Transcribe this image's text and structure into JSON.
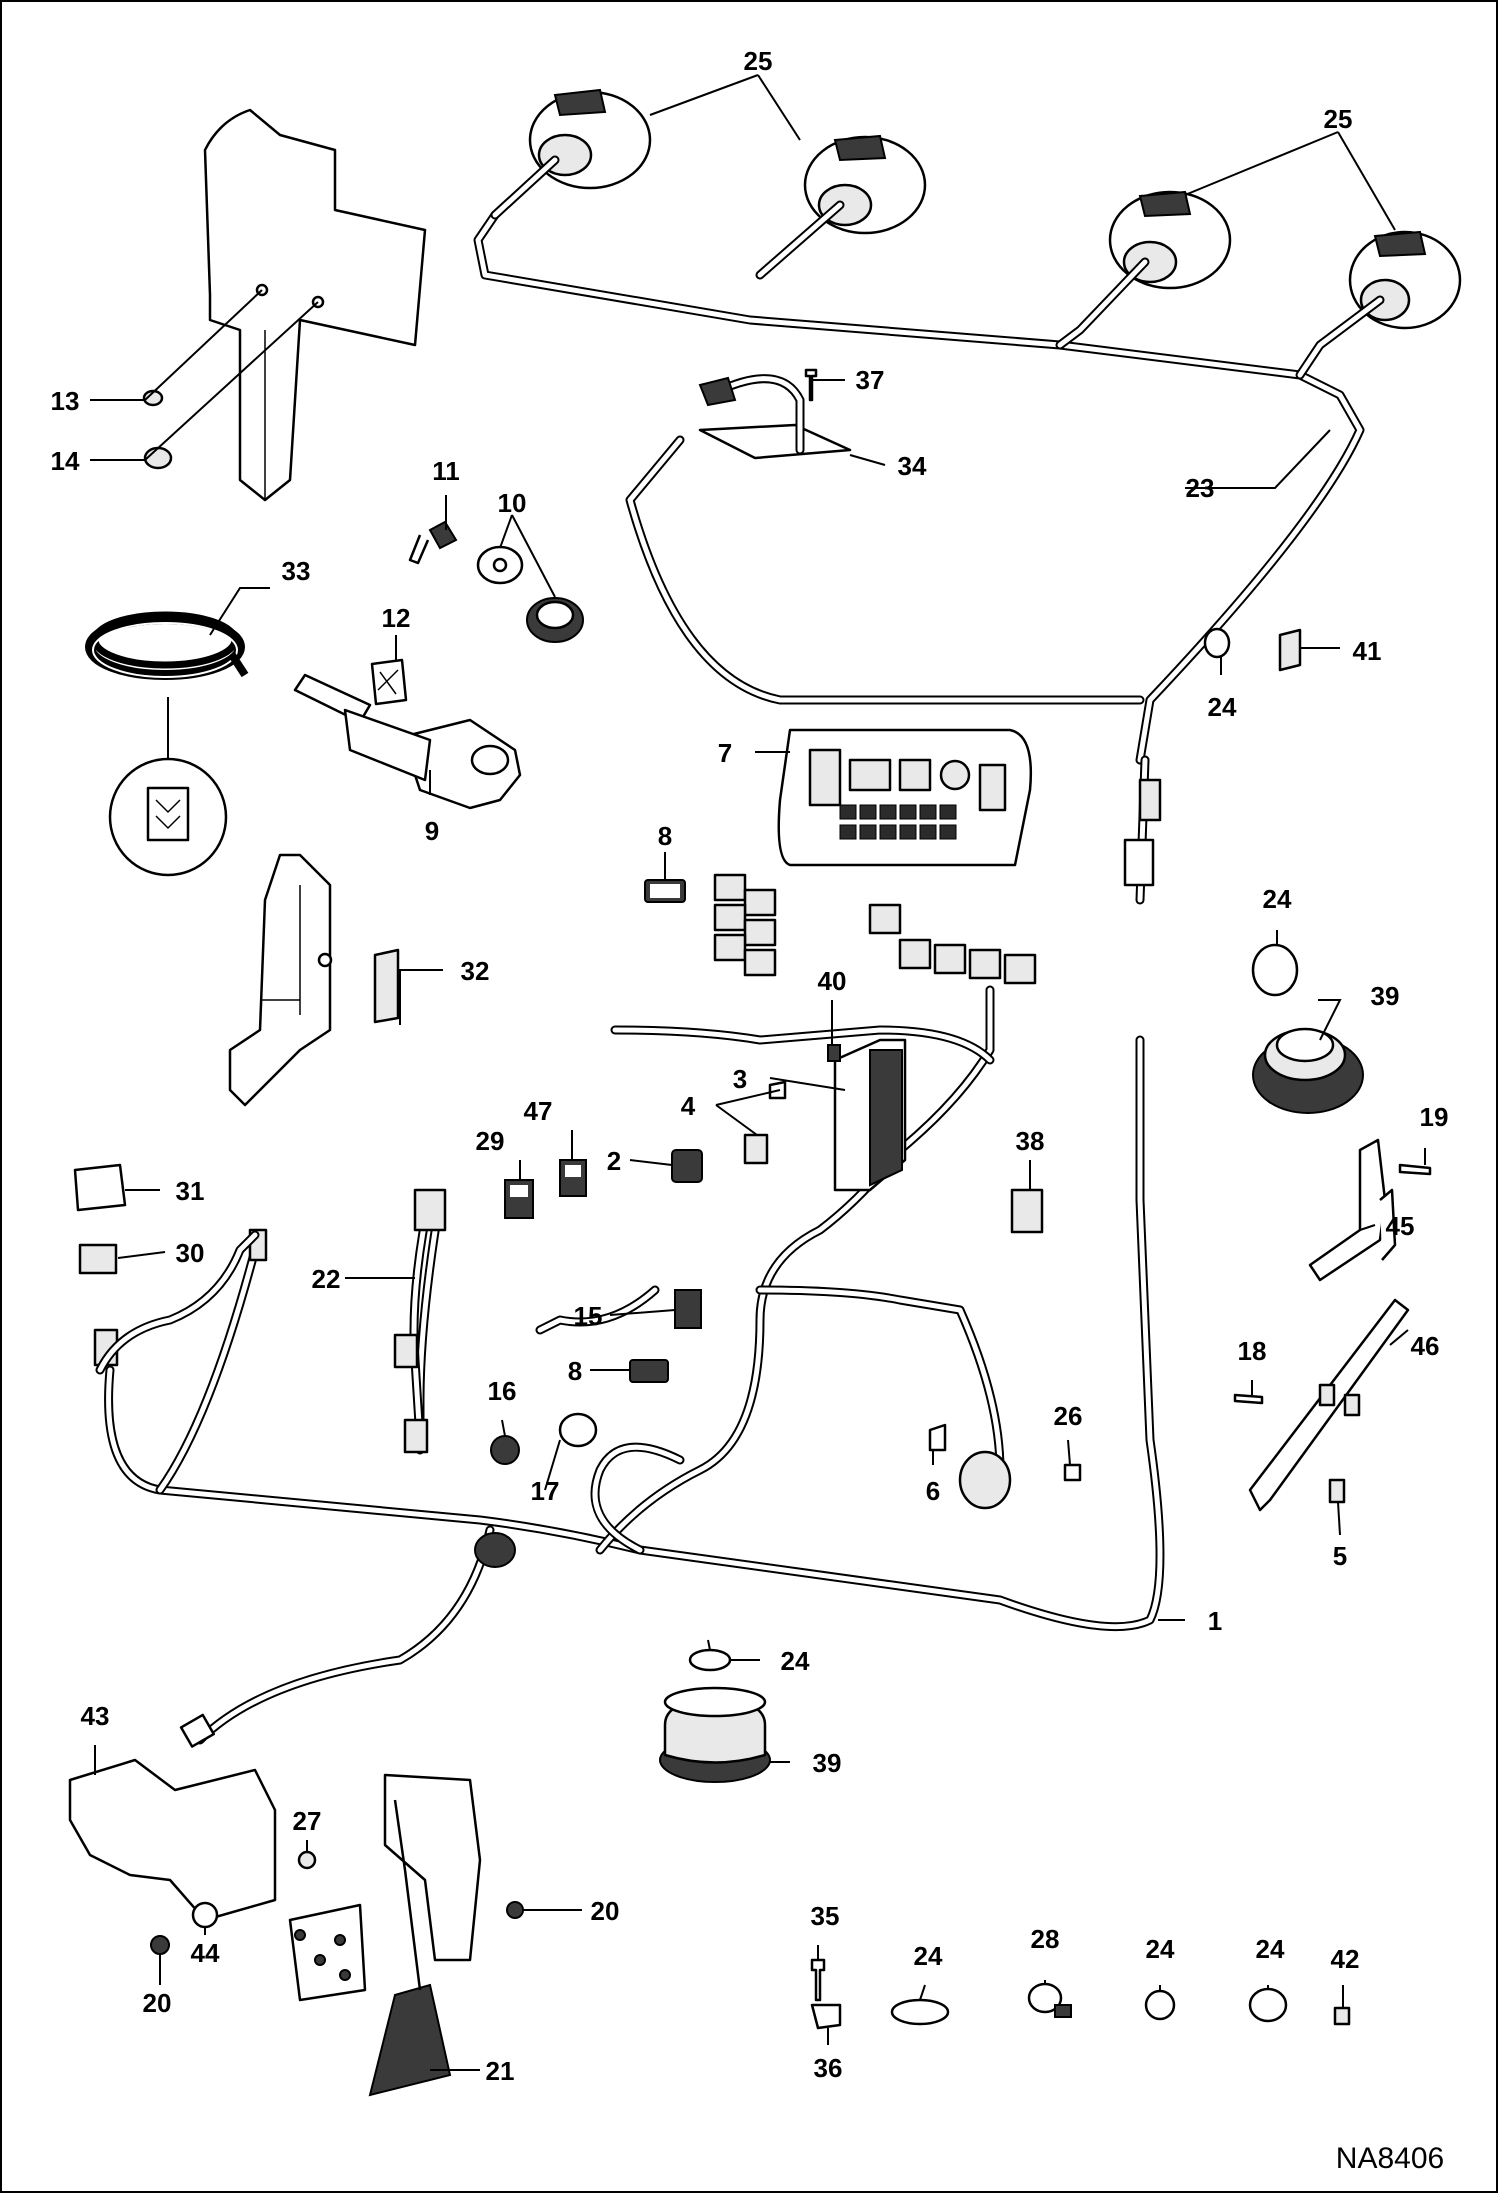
{
  "diagram": {
    "reference_code": "NA8406",
    "callouts": [
      {
        "id": "c1",
        "label": "1"
      },
      {
        "id": "c2",
        "label": "2"
      },
      {
        "id": "c3",
        "label": "3"
      },
      {
        "id": "c4",
        "label": "4"
      },
      {
        "id": "c5",
        "label": "5"
      },
      {
        "id": "c6",
        "label": "6"
      },
      {
        "id": "c7",
        "label": "7"
      },
      {
        "id": "c8a",
        "label": "8"
      },
      {
        "id": "c8b",
        "label": "8"
      },
      {
        "id": "c9",
        "label": "9"
      },
      {
        "id": "c10",
        "label": "10"
      },
      {
        "id": "c11",
        "label": "11"
      },
      {
        "id": "c12",
        "label": "12"
      },
      {
        "id": "c13",
        "label": "13"
      },
      {
        "id": "c14",
        "label": "14"
      },
      {
        "id": "c15",
        "label": "15"
      },
      {
        "id": "c16",
        "label": "16"
      },
      {
        "id": "c17",
        "label": "17"
      },
      {
        "id": "c18",
        "label": "18"
      },
      {
        "id": "c19",
        "label": "19"
      },
      {
        "id": "c20a",
        "label": "20"
      },
      {
        "id": "c20b",
        "label": "20"
      },
      {
        "id": "c21",
        "label": "21"
      },
      {
        "id": "c22",
        "label": "22"
      },
      {
        "id": "c23",
        "label": "23"
      },
      {
        "id": "c24a",
        "label": "24"
      },
      {
        "id": "c24b",
        "label": "24"
      },
      {
        "id": "c24c",
        "label": "24"
      },
      {
        "id": "c24d",
        "label": "24"
      },
      {
        "id": "c24e",
        "label": "24"
      },
      {
        "id": "c24f",
        "label": "24"
      },
      {
        "id": "c25a",
        "label": "25"
      },
      {
        "id": "c25b",
        "label": "25"
      },
      {
        "id": "c26",
        "label": "26"
      },
      {
        "id": "c27",
        "label": "27"
      },
      {
        "id": "c28",
        "label": "28"
      },
      {
        "id": "c29",
        "label": "29"
      },
      {
        "id": "c30",
        "label": "30"
      },
      {
        "id": "c31",
        "label": "31"
      },
      {
        "id": "c32",
        "label": "32"
      },
      {
        "id": "c33",
        "label": "33"
      },
      {
        "id": "c34",
        "label": "34"
      },
      {
        "id": "c35",
        "label": "35"
      },
      {
        "id": "c36",
        "label": "36"
      },
      {
        "id": "c37",
        "label": "37"
      },
      {
        "id": "c38",
        "label": "38"
      },
      {
        "id": "c39a",
        "label": "39"
      },
      {
        "id": "c39b",
        "label": "39"
      },
      {
        "id": "c40",
        "label": "40"
      },
      {
        "id": "c41",
        "label": "41"
      },
      {
        "id": "c42",
        "label": "42"
      },
      {
        "id": "c43",
        "label": "43"
      },
      {
        "id": "c44",
        "label": "44"
      },
      {
        "id": "c45",
        "label": "45"
      },
      {
        "id": "c46",
        "label": "46"
      },
      {
        "id": "c47",
        "label": "47"
      }
    ]
  }
}
